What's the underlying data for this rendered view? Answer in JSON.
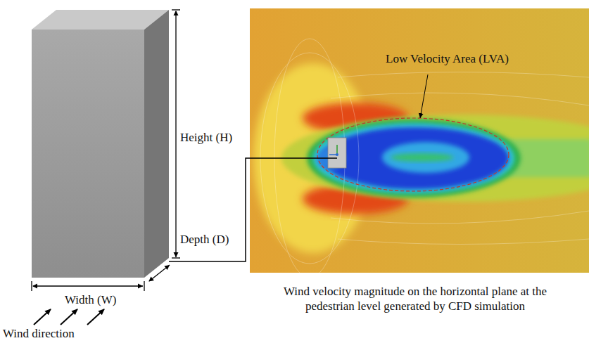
{
  "diagram": {
    "caption": "Wind velocity magnitude on the horizontal plane at the pedestrian level generated by CFD simulation",
    "labels": [
      "Height (H)",
      "Low Velocity Area (LVA)",
      "Depth (D)",
      "Width (W)",
      "Wind direction"
    ]
  }
}
